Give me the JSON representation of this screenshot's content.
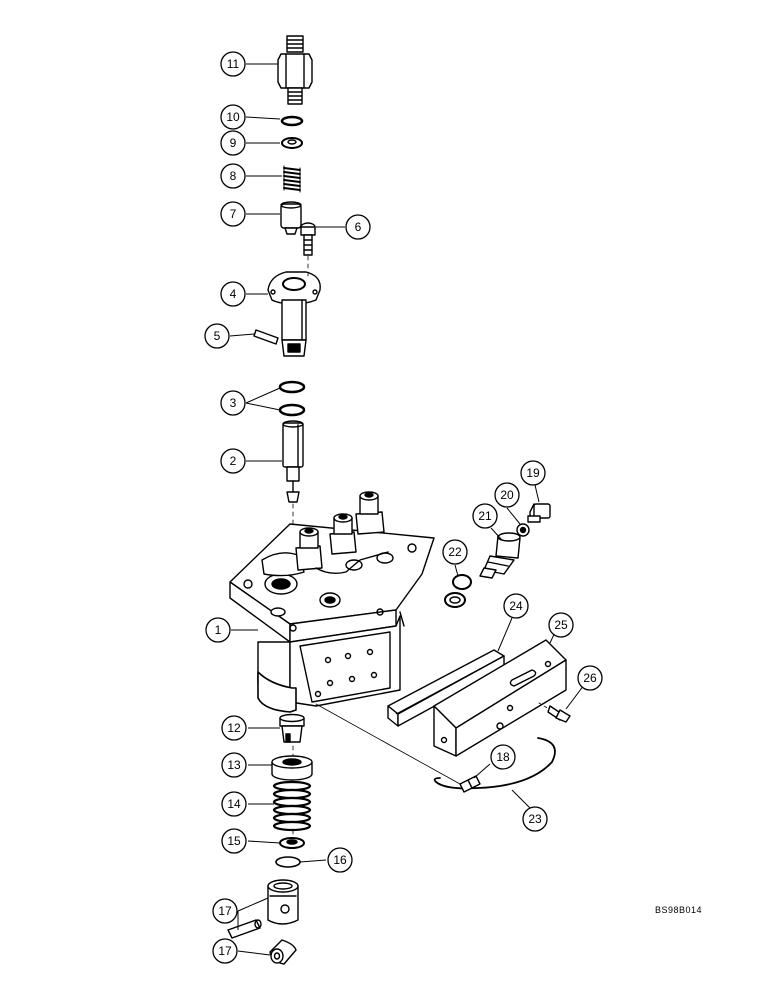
{
  "diagram": {
    "reference_code": "BS98B014",
    "callouts": [
      "11",
      "10",
      "9",
      "8",
      "7",
      "6",
      "4",
      "5",
      "3",
      "2",
      "19",
      "20",
      "21",
      "22",
      "1",
      "24",
      "25",
      "26",
      "12",
      "13",
      "18",
      "14",
      "23",
      "15",
      "16",
      "17",
      "17"
    ]
  }
}
